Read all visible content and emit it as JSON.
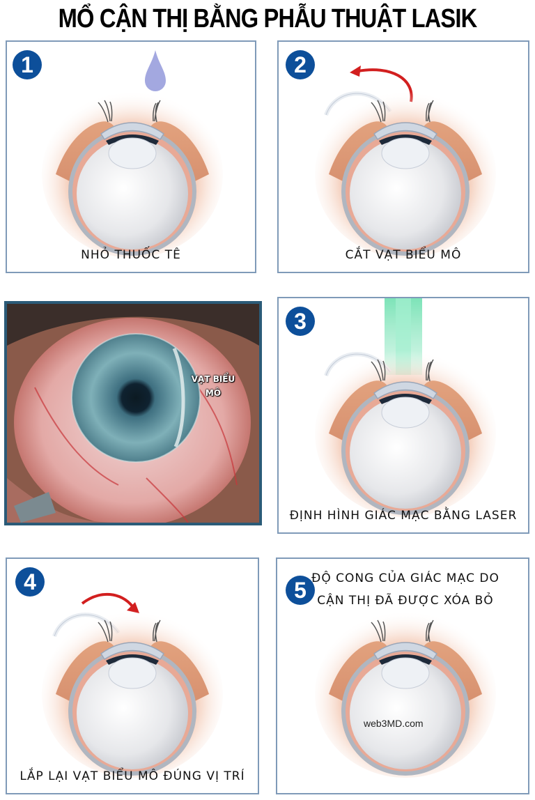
{
  "title": "MỔ CẬN THỊ BẰNG PHẪU THUẬT LASIK",
  "colors": {
    "badge": "#0d4f9a",
    "panel_border": "#7f9ab8",
    "photo_border": "#2b5b78",
    "arrow": "#d21f1f",
    "laser": "#6fe0b0",
    "drop": "#a3a8e0"
  },
  "steps": [
    {
      "number": "1",
      "caption": "NHỎ THUỐC TÊ",
      "icon": "eye-drop-icon"
    },
    {
      "number": "2",
      "caption": "CẮT VẠT BIỂU MÔ",
      "icon": "flap-lift-arrow-icon"
    },
    {
      "number": "3",
      "caption": "ĐỊNH HÌNH GIÁC MẠC BẰNG LASER",
      "icon": "laser-beam-icon"
    },
    {
      "number": "4",
      "caption": "LẮP LẠI VẠT BIỂU MÔ ĐÚNG VỊ TRÍ",
      "icon": "flap-replace-arrow-icon"
    },
    {
      "number": "5",
      "caption_line1": "ĐỘ CONG CỦA GIÁC MẠC DO",
      "caption_line2": "CẬN THỊ ĐÃ ĐƯỢC XÓA BỎ",
      "icon": "eye-icon"
    }
  ],
  "photo": {
    "label_line1": "VẠT BIỂU",
    "label_line2": "MÔ"
  },
  "watermark": "web3MD.com"
}
